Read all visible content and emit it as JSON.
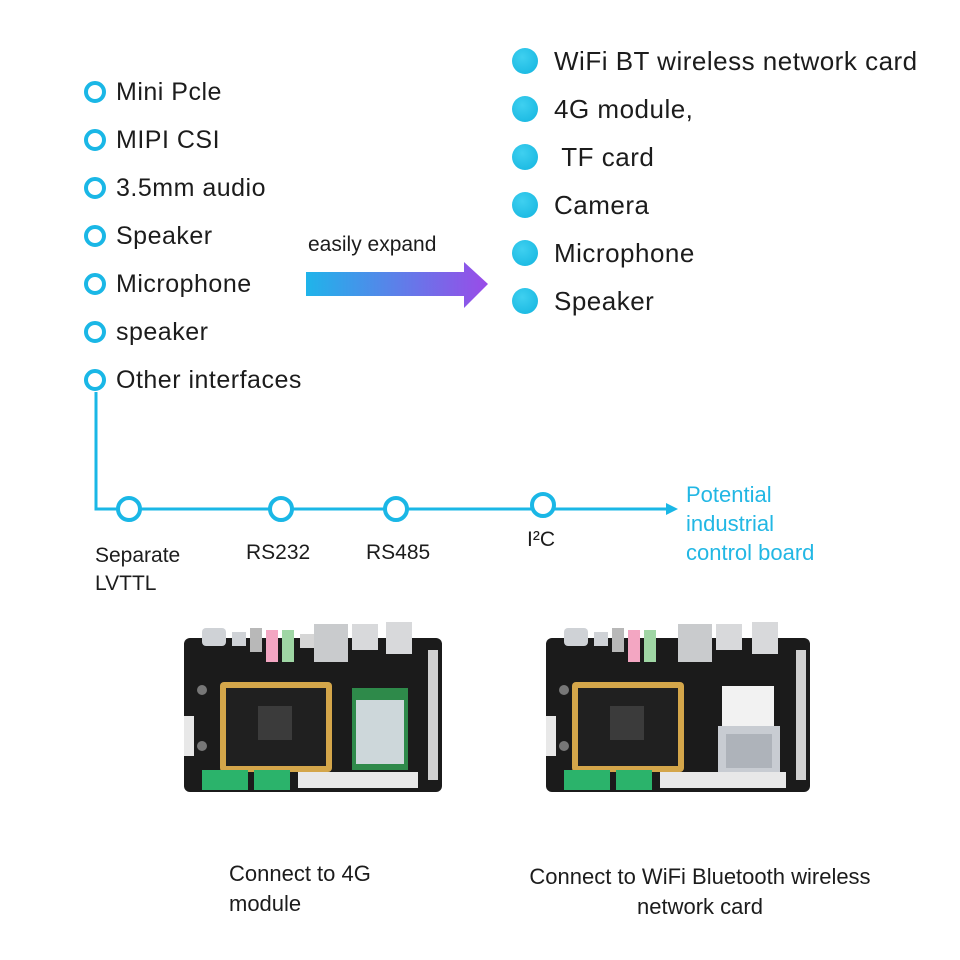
{
  "left_list": {
    "items": [
      "Mini Pcle",
      "MIPI CSI",
      "3.5mm audio",
      "Speaker",
      "Microphone",
      "speaker",
      "Other interfaces"
    ]
  },
  "expand": {
    "label": "easily expand"
  },
  "right_list": {
    "items": [
      "WiFi BT wireless network card",
      "4G module,",
      " TF card",
      "Camera",
      "Microphone",
      "Speaker"
    ]
  },
  "interfaces": {
    "items": [
      "Separate\nLVTTL",
      "RS232",
      "RS485",
      "I²C"
    ],
    "target": "Potential\nindustrial\ncontrol board"
  },
  "boards": [
    {
      "caption": "Connect to 4G\nmodule",
      "module": "4g-module"
    },
    {
      "caption": "Connect to WiFi Bluetooth wireless\nnetwork card",
      "module": "wifi-bt-module"
    }
  ],
  "colors": {
    "accent": "#1ab7e6",
    "accent_text": "#22b7e4",
    "arrow_start": "#1fb4ea",
    "arrow_end": "#9a4be8",
    "pcb": "#1b1b1b"
  }
}
